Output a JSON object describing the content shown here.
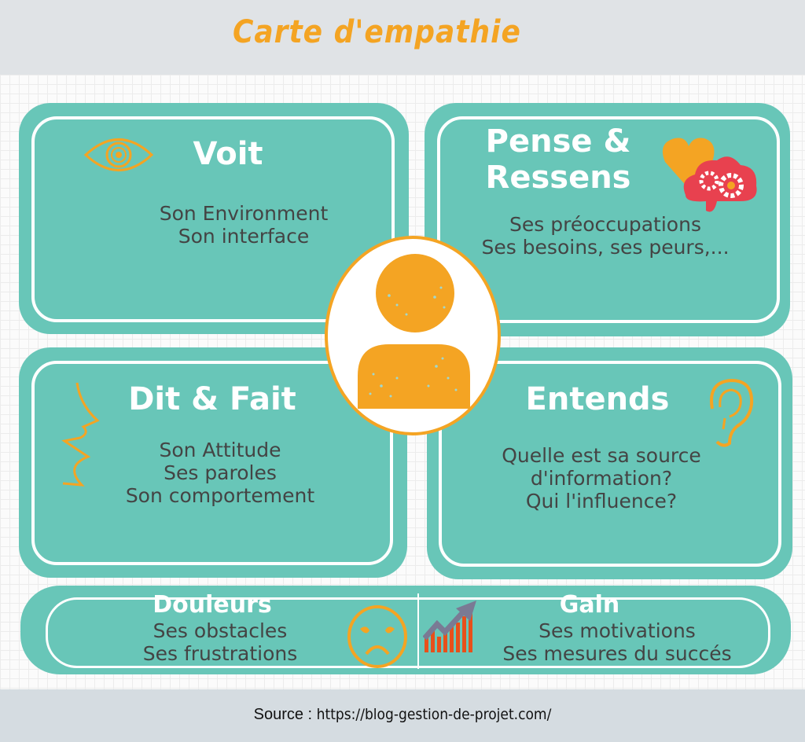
{
  "title": "Carte d'empathie",
  "quadrants": {
    "voit": {
      "heading": "Voit",
      "lines": [
        "Son Environment",
        "Son interface"
      ]
    },
    "pense": {
      "heading_1": "Pense &",
      "heading_2": "Ressens",
      "lines": [
        "Ses préoccupations",
        "Ses besoins, ses peurs,..."
      ]
    },
    "dit": {
      "heading": "Dit & Fait",
      "lines": [
        "Son Attitude",
        "Ses paroles",
        "Son comportement"
      ]
    },
    "entends": {
      "heading": "Entends",
      "lines": [
        "Quelle est sa source",
        "d'information?",
        "Qui l'influence?"
      ]
    }
  },
  "bottom": {
    "douleurs": {
      "heading": "Douleurs",
      "lines": [
        "Ses obstacles",
        "Ses frustrations"
      ]
    },
    "gain": {
      "heading": "Gain",
      "lines": [
        "Ses motivations",
        "Ses mesures du succés"
      ]
    }
  },
  "footer": {
    "source_label": "Source",
    "separator": " : ",
    "url": "https://blog-gestion-de-projet.com/"
  },
  "colors": {
    "teal": "#68c6b8",
    "orange": "#f4a423",
    "red": "#e8414f",
    "text": "#444444",
    "header_bg": "#e0e3e6"
  },
  "icons": [
    "eye-icon",
    "heart-gears-icon",
    "face-profile-icon",
    "ear-icon",
    "person-icon",
    "sad-face-icon",
    "growth-chart-icon"
  ]
}
